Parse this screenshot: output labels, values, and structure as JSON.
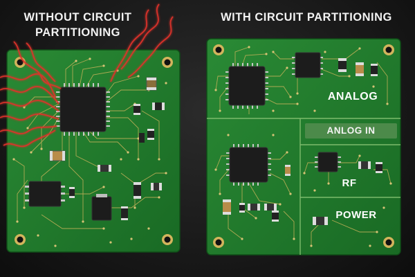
{
  "left_panel": {
    "title_line1": "WITHOUT CIRCUIT",
    "title_line2": "PARTITIONING"
  },
  "right_panel": {
    "title": "WITH CIRCUIT PARTITIONING",
    "zones": {
      "analog": "ANALOG",
      "analog_in": "ANLOG IN",
      "rf": "RF",
      "power": "POWER"
    }
  },
  "colors": {
    "pcb_green": "#1f7a2a",
    "trace_gold": "#c9b25a",
    "interference_red": "#e0332c",
    "chip_black": "#1c1c1c"
  }
}
